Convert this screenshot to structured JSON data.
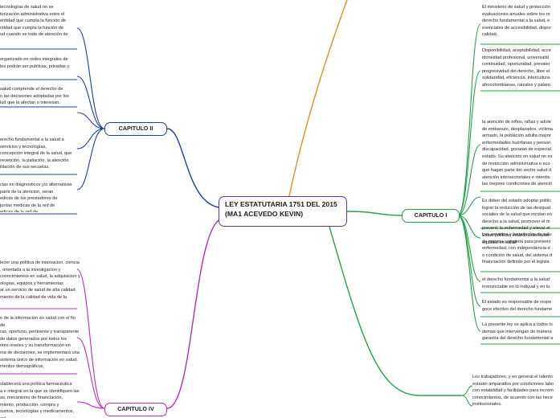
{
  "colors": {
    "central_border": "#6b2ea3",
    "branch_green": "#22a447",
    "branch_blue": "#1f3fa6",
    "branch_magenta": "#c426c4",
    "branch_orange": "#f28a1c"
  },
  "center": {
    "title": "LEY ESTATUTARIA 1751 DEL 2015\n(MA1 ACEVEDO KEVIN)"
  },
  "branches": {
    "cap1": "CAPITULO I",
    "cap2": "CAPITULO II",
    "cap4": "CAPITULO IV"
  },
  "right_notes": [
    "El ministerio de salud y protección\nevaluaciones anuales sobre los re\nderecho fundamental a la salud, e\nesenciales de accesibilidad, dispor\ncalidad.",
    "Disponibilidad, aceptabilidad, acce\nidoneidad profesional, universalid\ncontinuidad, oportunidad, prevaler\nprogresividad del derecho, libre el\nsolidaridad, eficiencia, intercultura\nafrocolombianas, raizales y palanc",
    "la atención de niños, niñas y adole\nde embarazo, desplazados, víctima\narmado, la población adulta mayor\nenfermedades huérfanas y person\ndiscapacidad, gozaran de especial\nestado. Su atención en salud no es\nde restricción administrativa o eco\nque hagan parte del sector salud d\natención intersectoriales e interdis\nlas mejores condiciones de atenció",
    "Es deber del estado adoptar politic\nlograr la reducción de las desigual\nsociales de la salud que incidan en\nderecho a la salud, promover el m\nprevenir la enfermedad y elevar el\nEstas políticas estarán orientadas\nequidad en salud",
    "Los servicios y tecnologías de salu\nde manera completa para prevenir\nenfermedad, con independencia d\no condición de salud, del sistema d\nfinanciación definido por el legisla",
    "el derecho fundamental a la salud\nirrenunciable en lo indivual y en lo",
    "El estado es responsable de respe\ngoce efectivo del derecho fundame",
    "La presente ley se aplica a todos lo\ndemas que intervengan de manera\ngarantía del derecho fundamental a"
  ],
  "lower_right_note": "Los trabajadores, y en general el talento\nestarán amparados por condiciones labo\ncon estabilidad y facilidades para increm\nconocimientos, de acuerdo con las nece\ninstitucionales.",
  "left_notes": [
    "tecnologías de salud no se\ntorización administrativa entre el\nentidad que cumpla la función de\nntidad que cumpla la función de\nud cuando se trate de atención de",
    "organizado en redes integrales de\nles podrán ser publicas, privadas o",
    "salud comprende el derecho de\nn las decisiones adoptadas por los\nlud que la afectan o interesan.",
    "erecho fundamental a la salud a\nservicios y tecnologías,\nconcepción integral de la salud, que\nrevención, la paliación, la atención\nilitación de sus secuelas.",
    "cias en diagnosticos y/o alternativas\npartir de la atencion, seran\nedicas de los prestadores de\njuntas medicas de la red de\nedicas de la red de\nutilizando criterios de\ne acuerdo con el procedimiento que",
    "lecer una política de innovacion, ciencia\n, orientada a la investigacion y\nconocimientos en salud, la adquisicion y\nologias, equipos y herramientas\nar un servicio de salud de alta calidad\nmiento de la calidad de vida de la",
    "o de la información en salud con el fin de\nraz, oportuno, pertinente y transparente\nde datos generados por todos los\nntes niveles y su transformación en\nma de decisiones, se implementará una\nsistema único de información en salud,\nmentos demográficos, socioeconómicos,\nos, administrativos y financieros.",
    "stablecerá una política farmacéutica\na e integral en la que se identifiquen las\nas, mecanismo de financiación,\nmiento, producción, compra y\nsumos, tecnologías y medicamentos, así\nde regulación de precios de"
  ]
}
